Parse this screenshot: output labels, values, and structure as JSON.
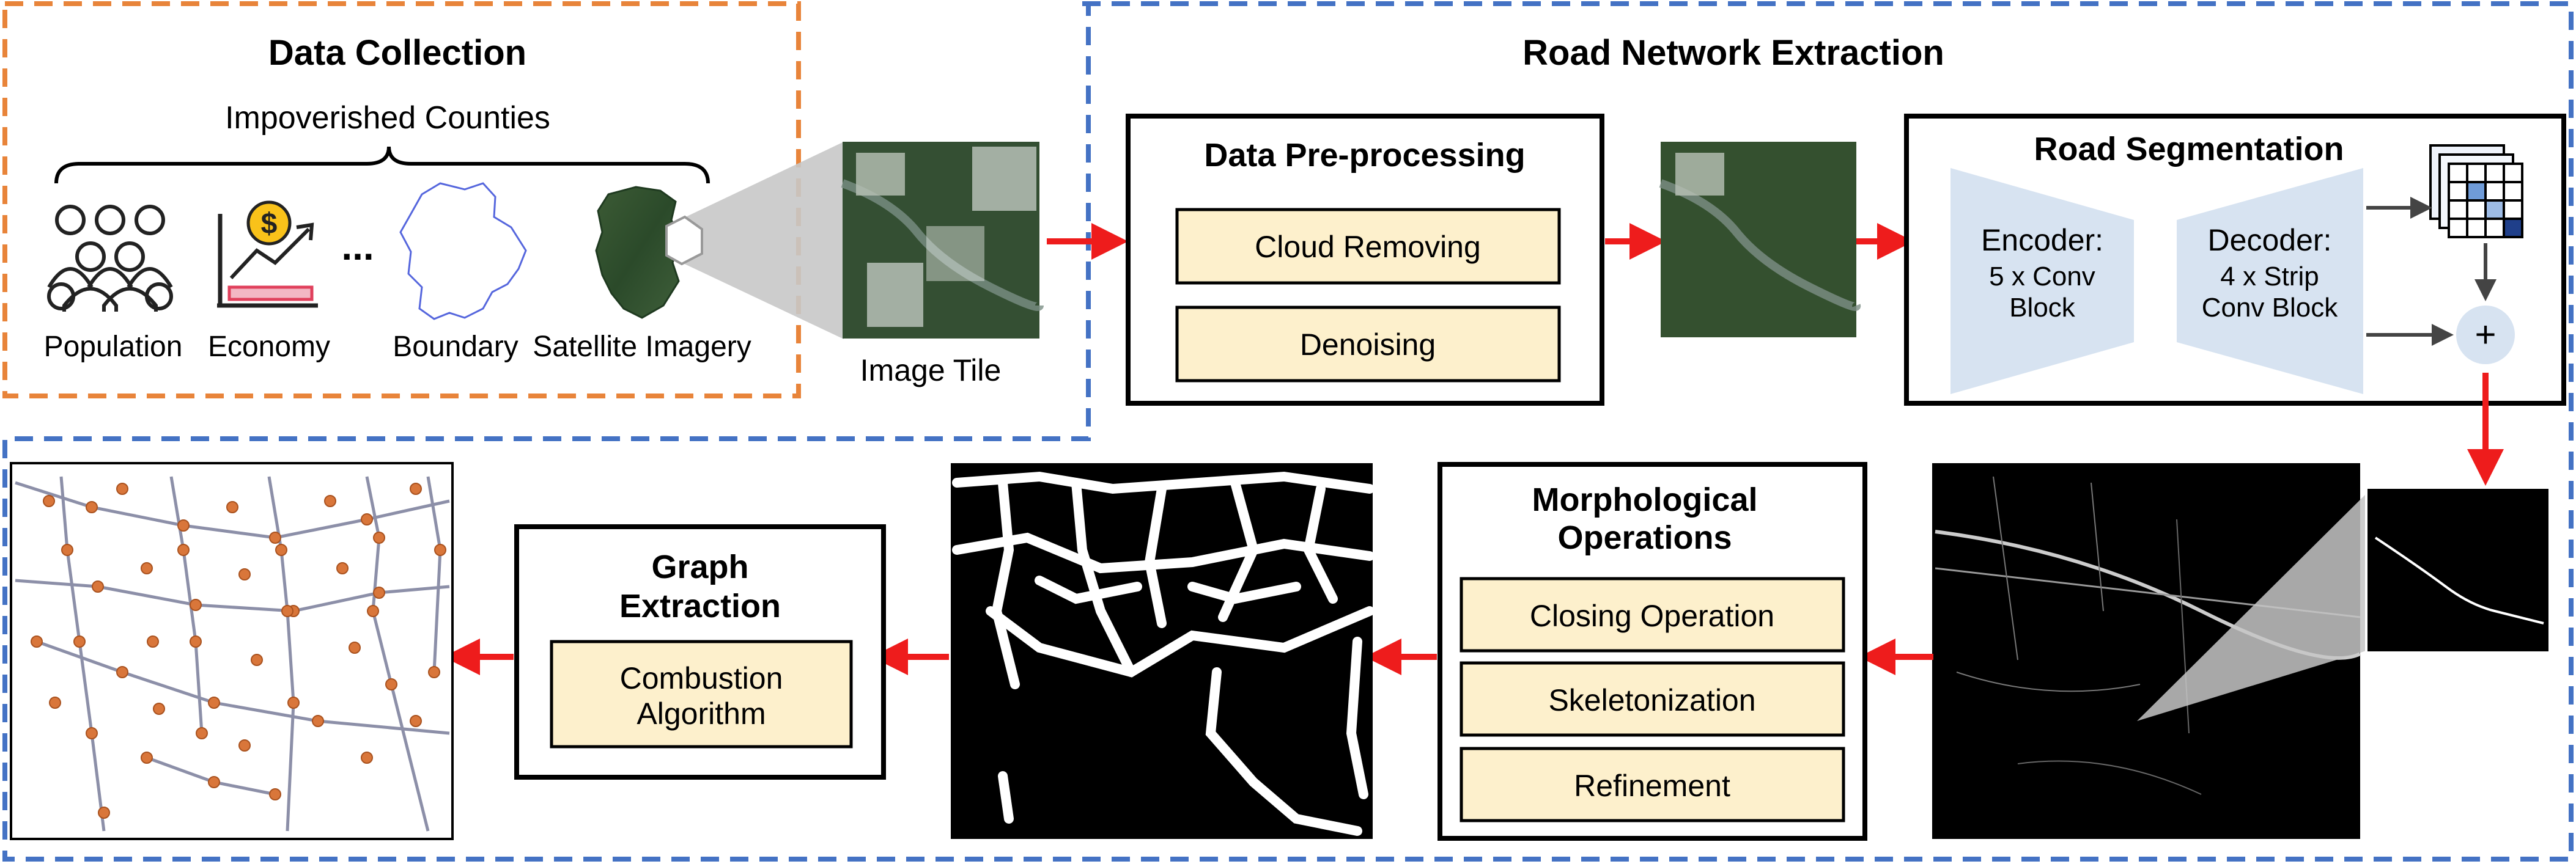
{
  "data_collection": {
    "title": "Data Collection",
    "subtitle": "Impoverished Counties",
    "items": [
      "Population",
      "Economy",
      "Boundary",
      "Satellite Imagery"
    ],
    "ellipsis": "..."
  },
  "image_tile": {
    "label": "Image Tile"
  },
  "road_network_extraction": {
    "title": "Road Network Extraction",
    "preprocessing": {
      "title": "Data Pre-processing",
      "steps": [
        "Cloud Removing",
        "Denoising"
      ]
    },
    "segmentation": {
      "title": "Road Segmentation",
      "encoder": [
        "Encoder:",
        "5 x Conv",
        "Block"
      ],
      "decoder": [
        "Decoder:",
        "4 x Strip",
        "Conv Block"
      ],
      "plus": "+"
    }
  },
  "morphological": {
    "title": [
      "Morphological",
      "Operations"
    ],
    "steps": [
      "Closing Operation",
      "Skeletonization",
      "Refinement"
    ]
  },
  "graph_extraction": {
    "title": [
      "Graph",
      "Extraction"
    ],
    "algorithm": [
      "Combustion",
      "Algorithm"
    ]
  },
  "colors": {
    "orange_dash": "#e8843a",
    "blue_dash": "#4472c4",
    "step_fill": "#fdf0cc",
    "arrow_red": "#ee1c1c",
    "encoder_fill": "#d7e3f1",
    "node_orange": "#d9763a",
    "edge_gray": "#8c8fa8"
  }
}
